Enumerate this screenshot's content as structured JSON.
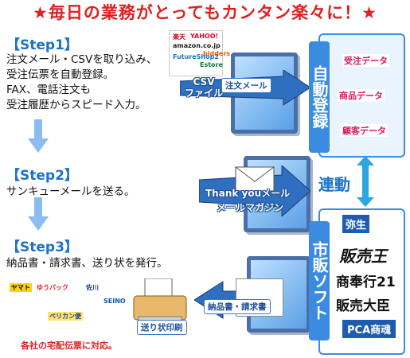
{
  "title": "★毎日の業務がとってもカンタン楽々に！★",
  "steps": [
    {
      "label": "【Step1】",
      "lines": [
        "注文メール・CSVを取り込み、",
        "受注伝票を自動登録。",
        "FAX、電話注文も",
        "受注履歴からスピード入力。"
      ]
    },
    {
      "label": "【Step2】",
      "lines": [
        "サンキューメールを送る。"
      ]
    },
    {
      "label": "【Step3】",
      "lines": [
        "納品書・請求書、送り状を発行。"
      ]
    }
  ],
  "flow_labels": {
    "csv_file": "CSV\nファイル",
    "order_mail": "注文メール",
    "thank_you_mail": "Thank youメール",
    "mail_magazine": "メールマガジン",
    "delivery_invoice": "納品書・請求書",
    "waybill_print": "送り状印刷"
  },
  "shop_logos": [
    "楽天",
    "YAHOO!",
    "amazon.co.jp",
    "bidders",
    "FutureShop2",
    "Estore"
  ],
  "courier_logos": [
    "ヤマト",
    "ゆうパック",
    "佐川",
    "SEINO",
    "ペリカン便"
  ],
  "courier_note": "各社の宅配伝票に対応。",
  "auto_register": {
    "label": "自動登録",
    "items": [
      "受注データ",
      "商品データ",
      "顧客データ"
    ]
  },
  "link_label": "連動",
  "retail_software": {
    "label": "市販ソフト",
    "items": [
      "弥生",
      "販売王",
      "商奉行21",
      "販売大臣",
      "PCA商魂"
    ]
  },
  "colors": {
    "accent_red": "#e02020",
    "accent_blue": "#1a73c8",
    "panel_blue": "#3b8be0"
  }
}
